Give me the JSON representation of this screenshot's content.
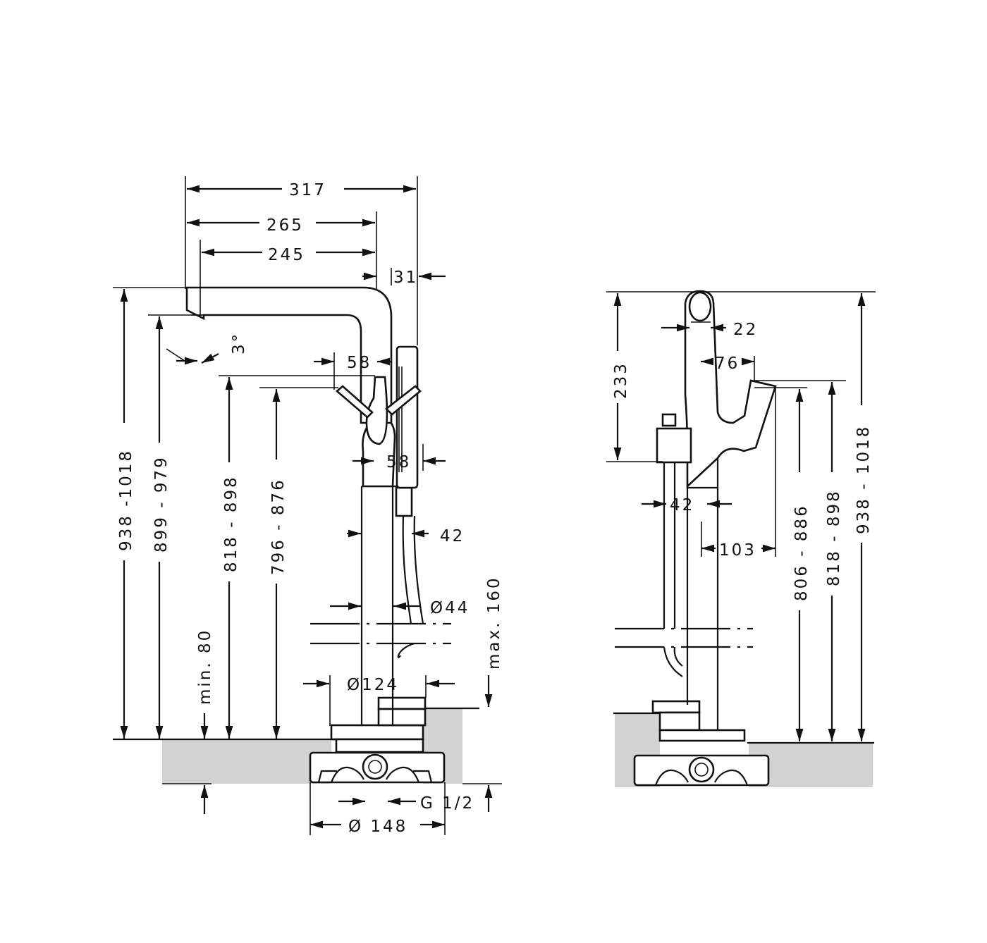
{
  "front_view": {
    "dims": {
      "overall_width": "317",
      "spout_reach_outer": "265",
      "spout_reach_inner": "245",
      "handshower_offset": "31",
      "spout_tilt": "3°",
      "lever_width": "58",
      "body_width": "58",
      "column_width": "42",
      "column_diameter": "Ø44",
      "base_diameter": "Ø124",
      "rough_in_diameter": "Ø 148",
      "connection": "G 1/2",
      "height_total": "938 -1018",
      "height_spout": "899 - 979",
      "height_lever": "818 - 898",
      "height_outlet": "796 - 876",
      "min_depth": "min. 80",
      "max_depth": "max. 160"
    }
  },
  "side_view": {
    "dims": {
      "top_diameter": "22",
      "head_height": "233",
      "lever_depth": "76",
      "column_width": "42",
      "lever_reach": "103",
      "height_lever_low": "806 - 886",
      "height_lever_high": "818 - 898",
      "height_total": "938 - 1018"
    }
  }
}
